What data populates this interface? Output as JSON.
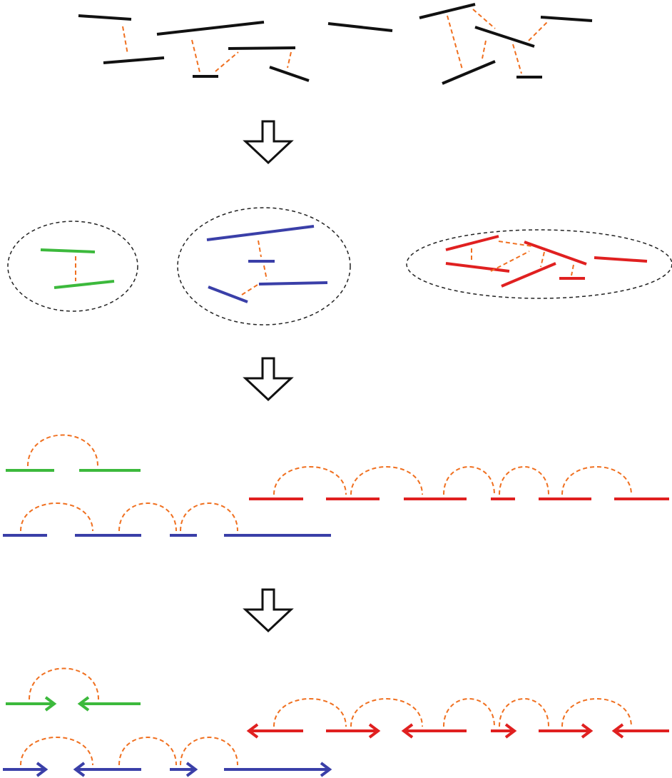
{
  "colors": {
    "unassigned": "#111111",
    "group_green": "#3cb93c",
    "group_blue": "#3a3fa8",
    "group_red": "#e02020",
    "link": "#f07020",
    "cluster_outline": "#222222",
    "flow_arrow": "#111111"
  },
  "icons": {
    "flow": "down-arrow-icon",
    "orientation": "arrowhead-icon"
  },
  "stages": [
    "scattered-fragments",
    "clustered-groups",
    "ordered-chains",
    "oriented-chains"
  ]
}
